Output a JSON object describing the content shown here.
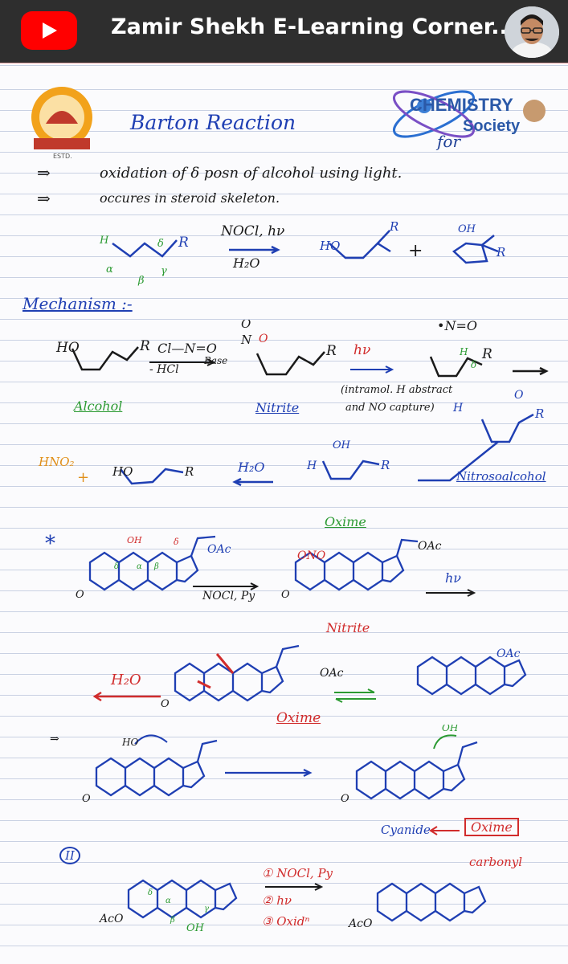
{
  "header": {
    "channel_title": "Zamir Shekh E-Learning Corner...",
    "youtube_icon": "youtube-play-icon",
    "avatar_icon": "presenter-avatar"
  },
  "logos": {
    "left_logo_text": "ESTD.",
    "society_title_1": "CHEMISTRY",
    "society_title_2": "Society",
    "society_title_3": "for"
  },
  "notes": {
    "title": "Barton Reaction",
    "bullet_1": "oxidation of δ posn of alcohol using light.",
    "bullet_2": "occures in steroid skeleton.",
    "overall_reagents": "NOCl, hν",
    "overall_reagent_2": "H₂O",
    "plus": "+",
    "mechanism_heading": "Mechanism :-",
    "reagent_clno": "Cl—N=O",
    "reagent_hcl": "- HCl",
    "reagent_base": "Base",
    "label_alcohol": "Alcohol",
    "label_nitrite": "Nitrite",
    "reagent_hv": "hν",
    "radical_no": "•N=O",
    "abstraction_note_1": "(intramol. H abstract",
    "abstraction_note_2": "and NO capture)",
    "label_nitrosoalcohol": "Nitrosoalcohol",
    "hno2": "HNO₂",
    "hno2_plus": "+",
    "reagent_h2o": "H₂O",
    "label_oxime_1": "Oxime",
    "star": "*",
    "oac_1": "OAc",
    "ono": "ONO",
    "reagent_nocl_py": "NOCl, Py",
    "reagent_hv_2": "hν",
    "label_nitrite_2": "Nitrite",
    "oac_2": "OAc",
    "reagent_h2o_2": "H₂O",
    "label_oxime_2": "Oxime",
    "oac_3": "OAc",
    "oac_4": "OAc",
    "label_cyanide": "Cyanide",
    "label_oxime_box": "Oxime",
    "label_carbonyl": "carbonyl",
    "roman_two": "II",
    "step_1": "① NOCl, Py",
    "step_2": "② hν",
    "step_3": "③ Oxidⁿ",
    "aco": "AcO",
    "oh_bottom": "OH",
    "arrow_right_1": "⇒",
    "arrow_right_2": "⇒"
  }
}
